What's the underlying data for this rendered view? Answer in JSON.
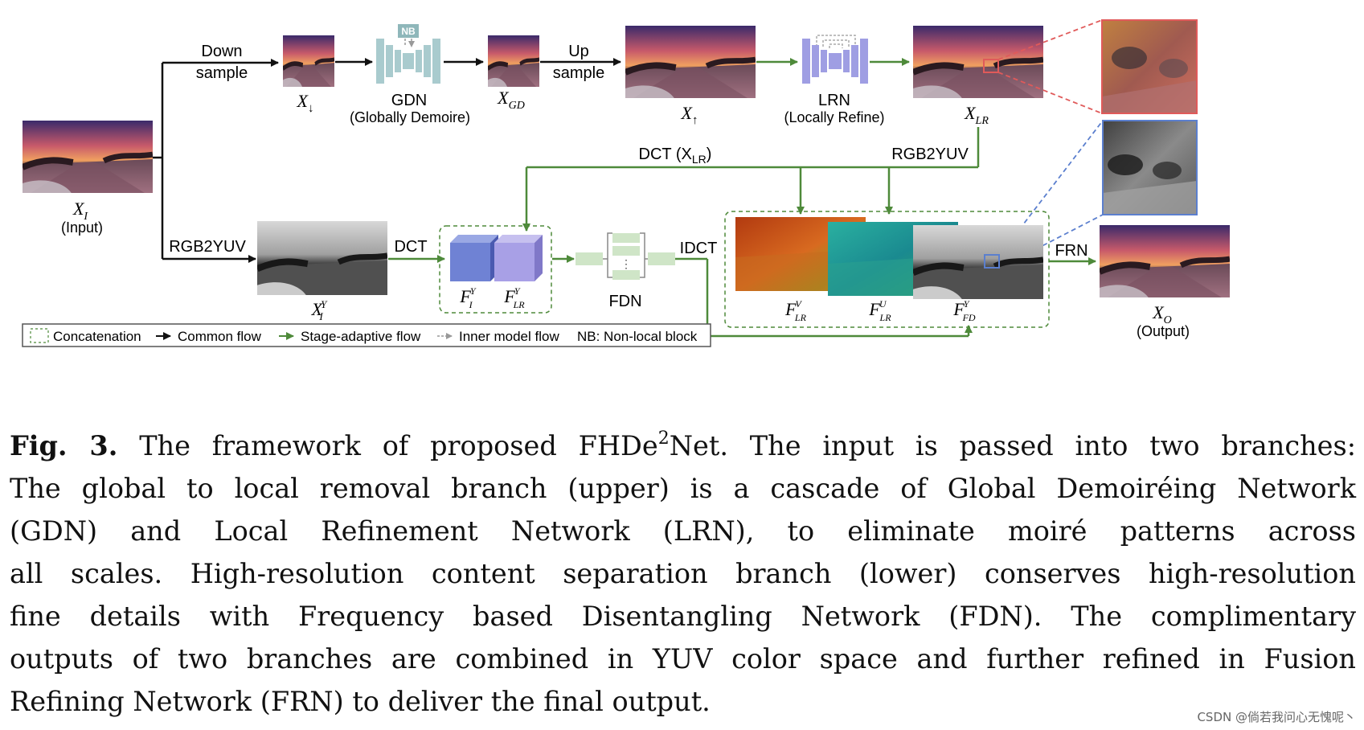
{
  "diagram": {
    "upper": {
      "down_label_1": "Down",
      "down_label_2": "sample",
      "up_label_1": "Up",
      "up_label_2": "sample",
      "nb_label": "NB",
      "gdn_title": "GDN",
      "gdn_subtitle": "(Globally Demoire)",
      "lrn_title": "LRN",
      "lrn_subtitle": "(Locally Refine)",
      "x_down_symbol": "X",
      "x_down_sub": "↓",
      "x_gd_symbol": "X",
      "x_gd_sub": "GD",
      "x_up_symbol": "X",
      "x_up_sub": "↑",
      "x_lr_symbol": "X",
      "x_lr_sub": "LR"
    },
    "input": {
      "symbol": "X",
      "sub": "I",
      "caption": "(Input)"
    },
    "lower": {
      "rgb2yuv_left": "RGB2YUV",
      "dct_label": "DCT",
      "dct_xlr_label": "DCT (X",
      "dct_xlr_sub": "LR",
      "dct_xlr_close": ")",
      "rgb2yuv_right": "RGB2YUV",
      "idct_label": "IDCT",
      "fdn_label": "FDN",
      "frn_label": "FRN",
      "xiy_symbol": "X",
      "xiy_sub": "I",
      "xiy_sup": "Y",
      "fiy_symbol": "F",
      "fiy_sub": "I",
      "fiy_sup": "Y",
      "flry_symbol": "F",
      "flry_sub": "LR",
      "flry_sup": "Y",
      "flrv_symbol": "F",
      "flrv_sub": "LR",
      "flrv_sup": "V",
      "flru_symbol": "F",
      "flru_sub": "LR",
      "flru_sup": "U",
      "ffdy_symbol": "F",
      "ffdy_sub": "FD",
      "ffdy_sup": "Y"
    },
    "output": {
      "symbol": "X",
      "sub": "O",
      "caption": "(Output)"
    },
    "legend": {
      "concatenation": "Concatenation",
      "common_flow": "Common  flow",
      "stage_adaptive_flow": "Stage-adaptive flow",
      "inner_model_flow": "Inner model flow",
      "nb_note": "NB: Non-local block"
    },
    "colors": {
      "green_flow": "#4e8a3a",
      "gdn_teal": "#a9cbce",
      "lrn_purple": "#9f9ee3",
      "fdn_green": "#cfe5c7",
      "cube_front_1": "#6f82d4",
      "cube_front_2": "#a8a0e6",
      "zoom_red": "#e05a5a",
      "zoom_blue": "#5b7fce"
    }
  },
  "caption": {
    "fig_label": "Fig. 3.",
    "line1_a": " The framework of proposed FHDe",
    "line1_sup": "2",
    "line1_b": "Net. The input is passed into two branches:",
    "line2": "The global to local removal branch (upper) is a cascade of Global Demoiréing Network",
    "line3": "(GDN) and Local Refinement Network (LRN), to eliminate moiré patterns across",
    "line4": "all scales. High-resolution content separation branch (lower) conserves high-resolution",
    "line5": "fine details with Frequency based Disentangling Network (FDN). The complimentary",
    "line6": "outputs of two branches are combined in YUV color space and further refined in Fusion",
    "line7": "Refining Network (FRN) to deliver the final output."
  },
  "watermark": "CSDN @倘若我问心无愧呢丶"
}
